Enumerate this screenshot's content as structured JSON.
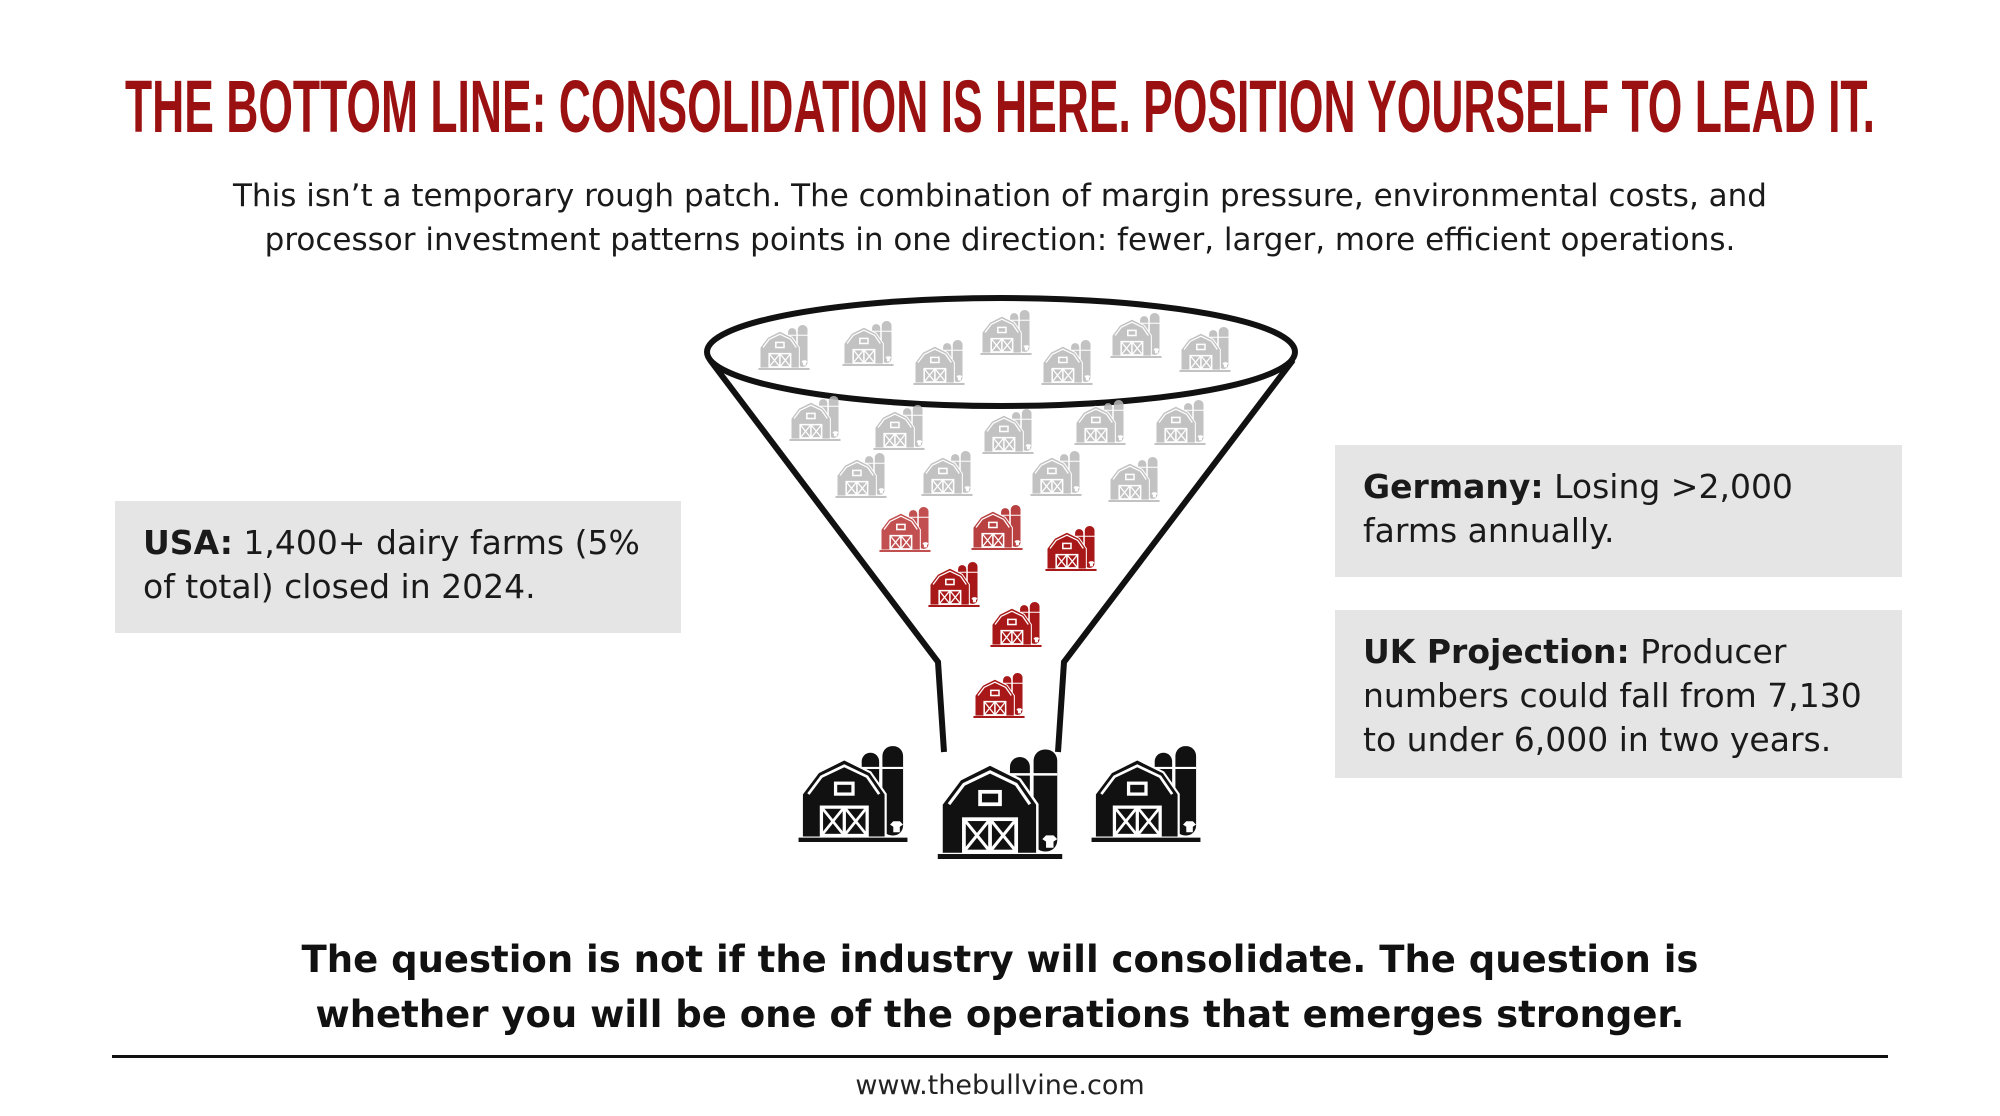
{
  "header": {
    "title": "THE BOTTOM LINE: CONSOLIDATION IS HERE. POSITION YOURSELF TO LEAD IT.",
    "subtitle_line1": "This isn’t a temporary rough patch. The combination of margin pressure, environmental costs, and",
    "subtitle_line2": "processor investment patterns points in one direction: fewer, larger, more efficient operations."
  },
  "callouts": {
    "usa": {
      "label": "USA:",
      "text": " 1,400+ dairy farms (5% of total) closed in 2024."
    },
    "germany": {
      "label": "Germany:",
      "text": " Losing >2,000 farms annually."
    },
    "uk": {
      "label": "UK Projection:",
      "text": " Producer numbers could fall from 7,130 to under 6,000 in two years."
    }
  },
  "illustration": {
    "icon": "funnel-with-barns-icon",
    "small_farms_grey": 16,
    "farms_closing_red": 6,
    "large_farms_black": 3
  },
  "footer": {
    "conclusion_line1": "The question is not if the industry will consolidate. The question is",
    "conclusion_line2": "whether you will be one of the operations that emerges stronger.",
    "url": "www.thebullvine.com"
  },
  "colors": {
    "title": "#9b1111",
    "box_bg": "#e5e5e5",
    "grey_barn": "#b8b8b8",
    "red_barn": "#a81818",
    "black_barn": "#111111"
  }
}
